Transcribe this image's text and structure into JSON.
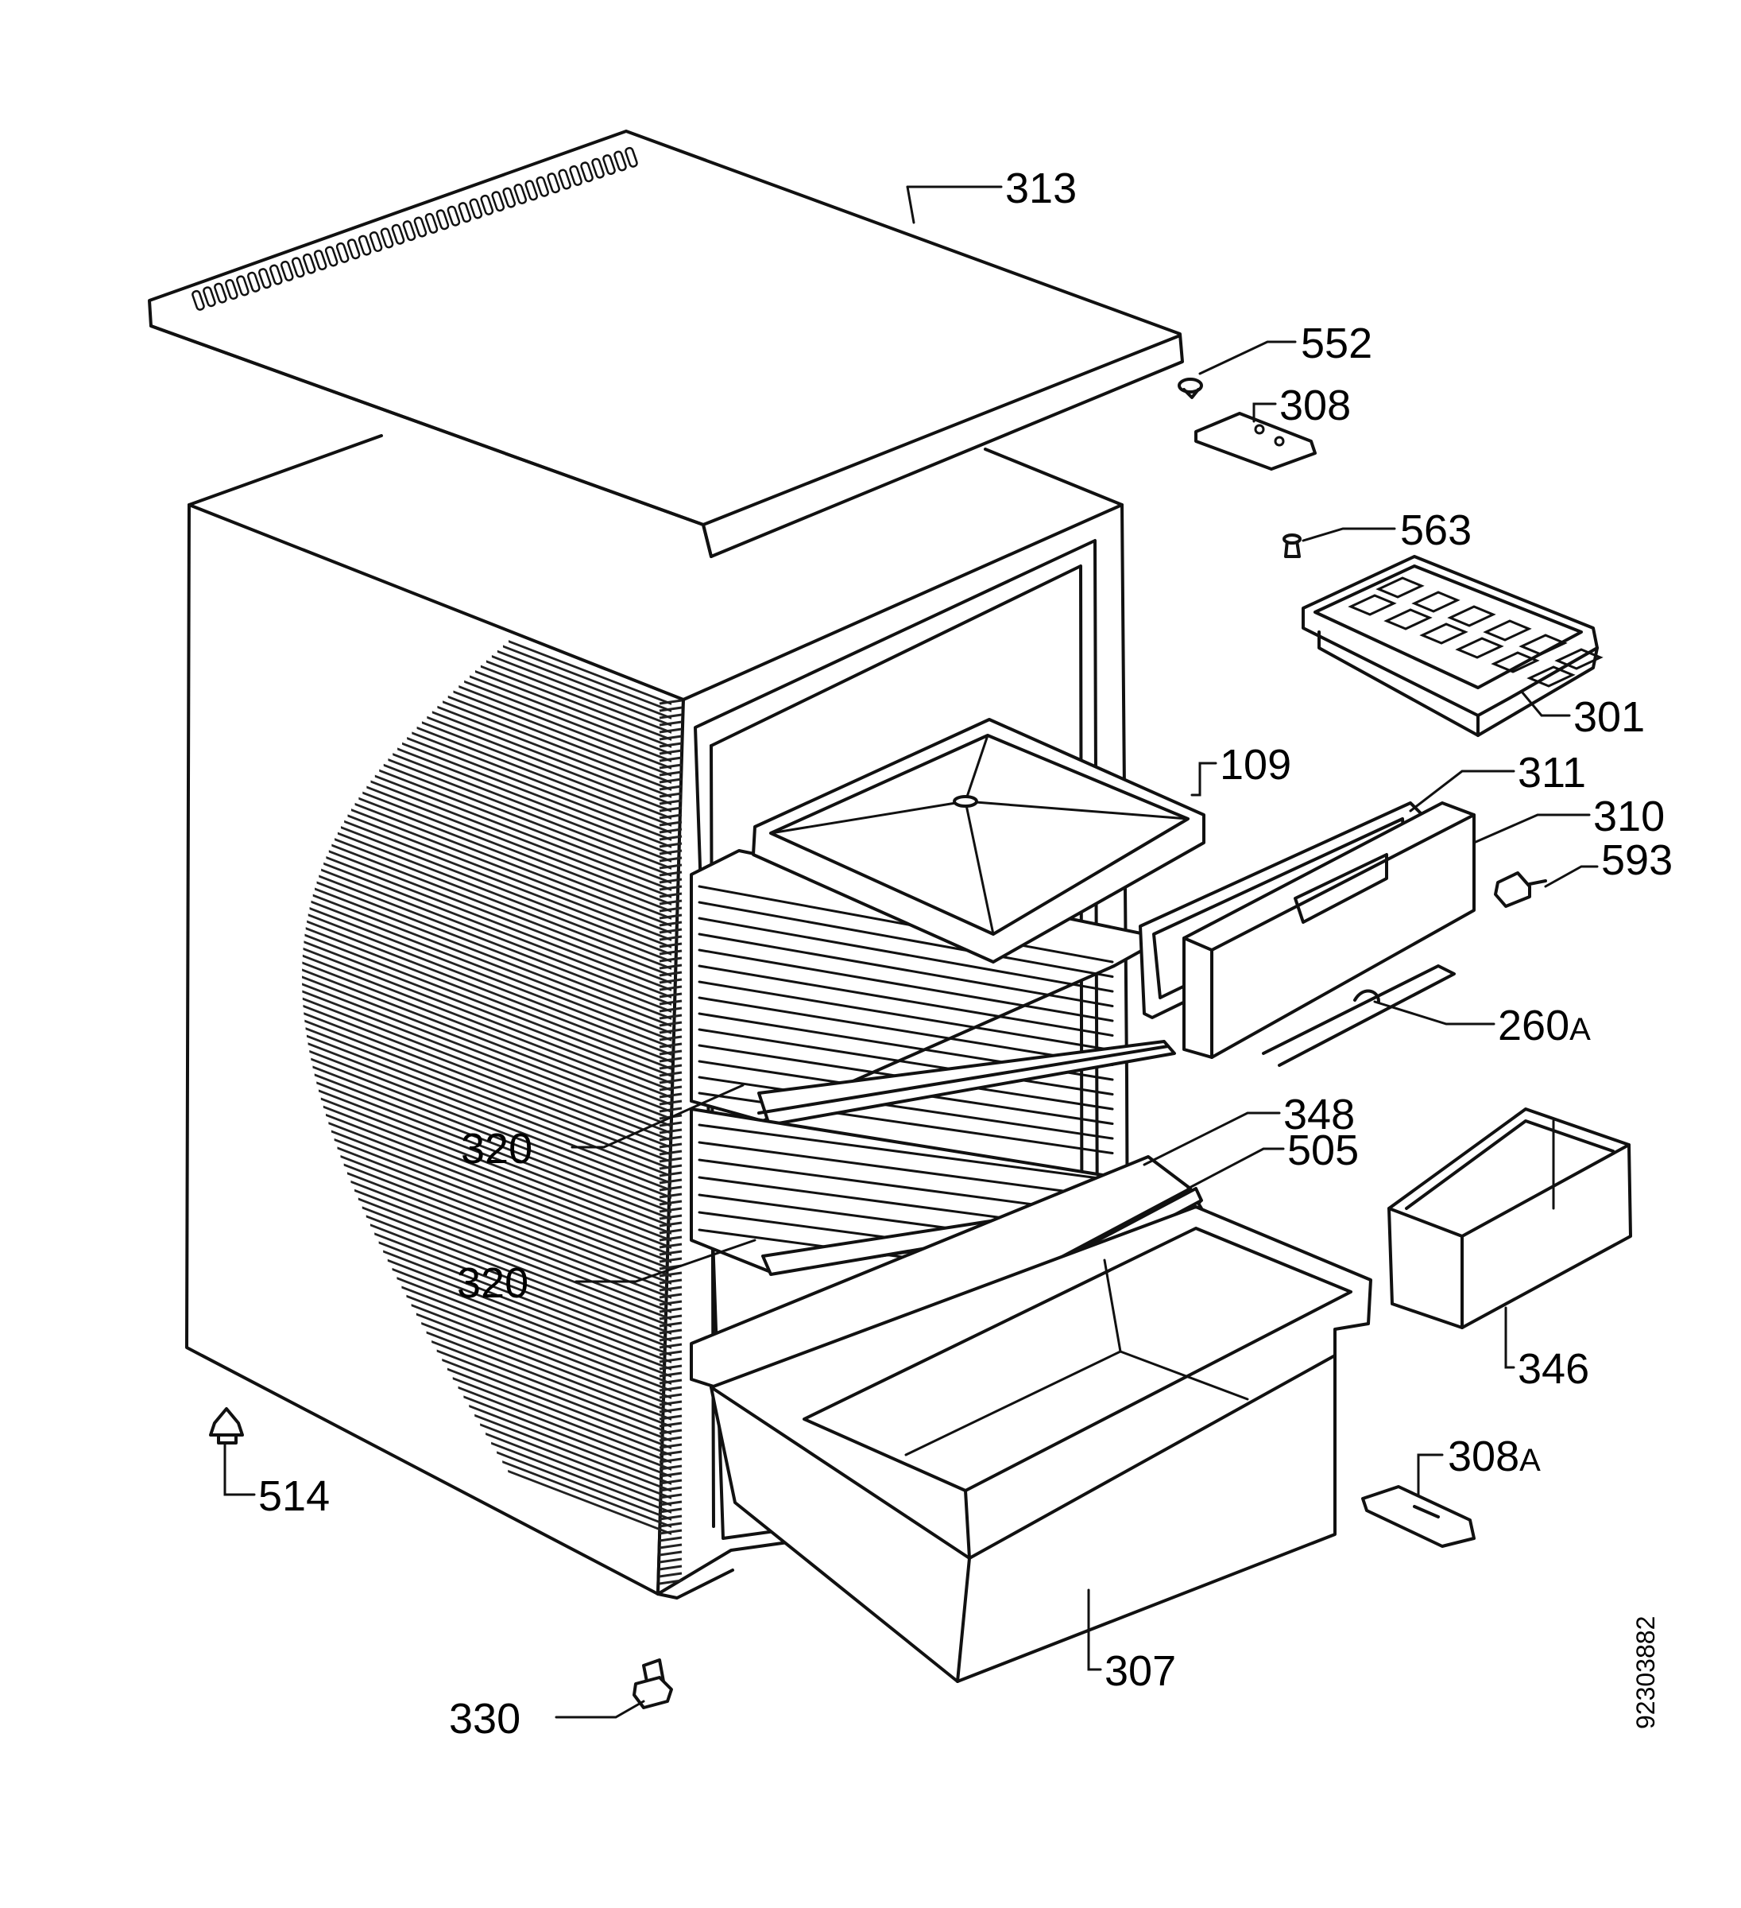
{
  "parts": {
    "p313": "313",
    "p552": "552",
    "p308": "308",
    "p563": "563",
    "p301": "301",
    "p109": "109",
    "p311": "311",
    "p310": "310",
    "p593": "593",
    "p260a_num": "260",
    "p260a_suffix": "A",
    "p320_upper": "320",
    "p348": "348",
    "p505": "505",
    "p320_lower": "320",
    "p346": "346",
    "p308a_num": "308",
    "p308a_suffix": "A",
    "p514": "514",
    "p307": "307",
    "p330": "330"
  },
  "document_number": "92303882"
}
